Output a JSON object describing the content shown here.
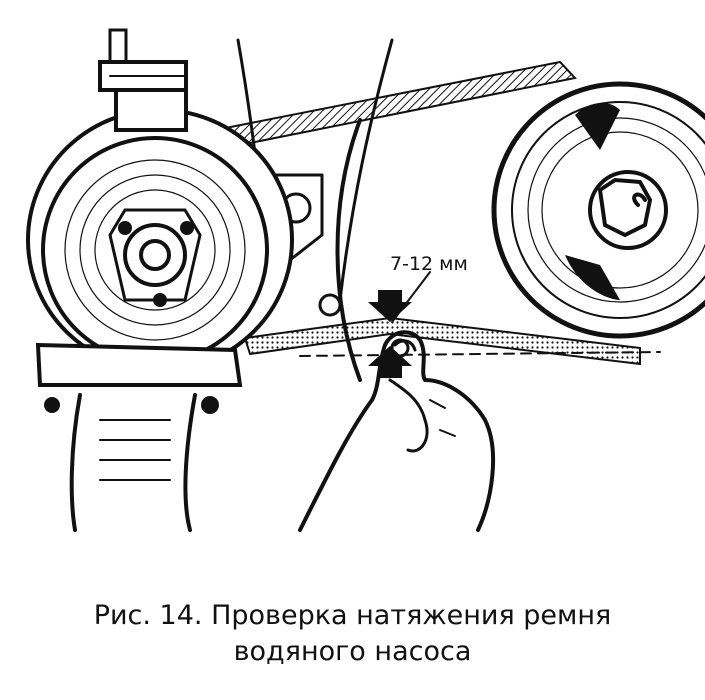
{
  "figure": {
    "measurement_label": "7-12 мм"
  },
  "caption": {
    "line1": "Рис. 14. Проверка натяжения ремня",
    "line2": "водяного насоса"
  }
}
